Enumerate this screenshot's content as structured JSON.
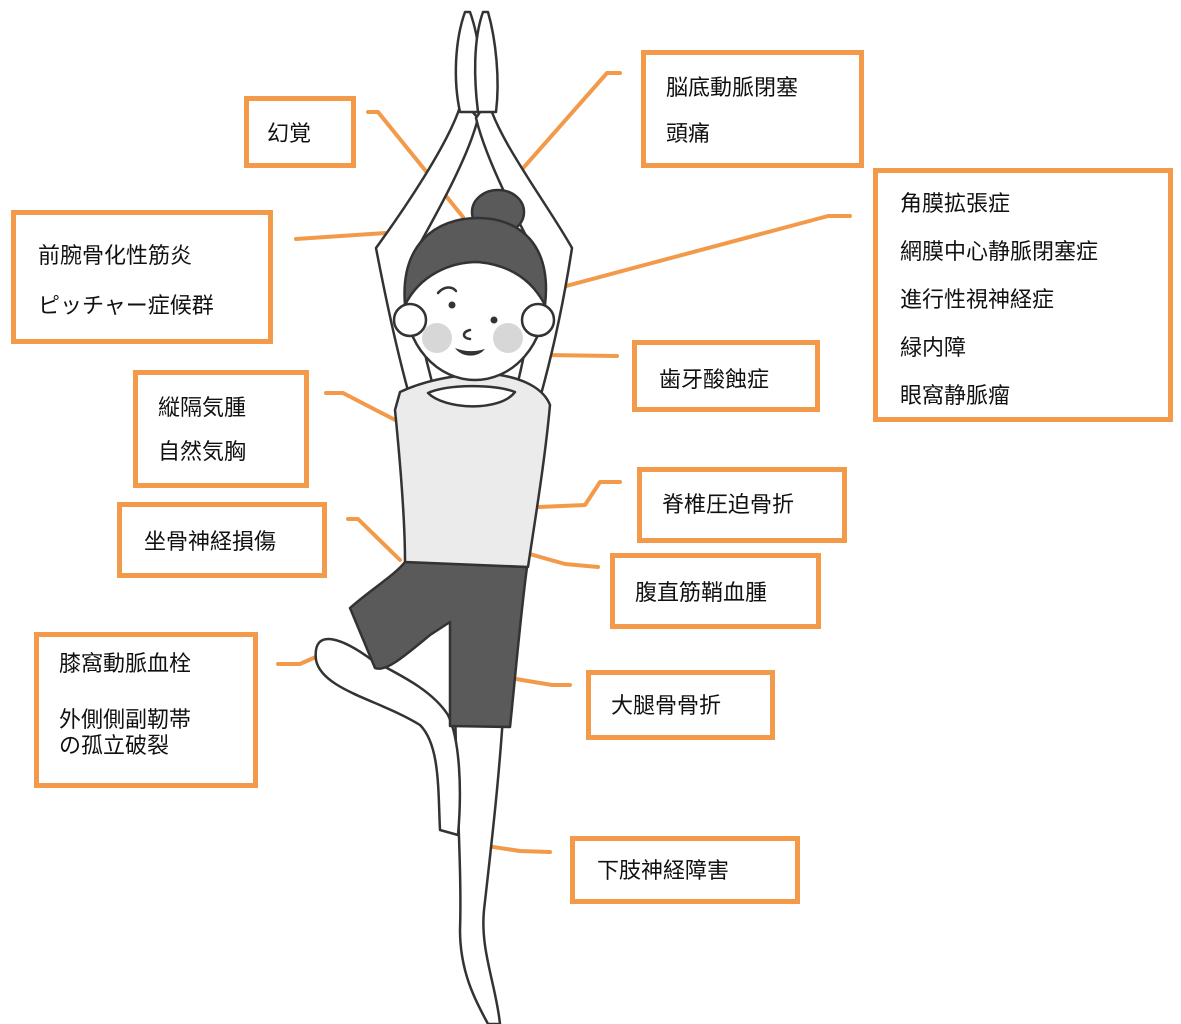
{
  "labels": {
    "hallucination": {
      "lines": [
        "幻覚"
      ]
    },
    "basilar": {
      "lines": [
        "脳底動脈閉塞",
        "頭痛"
      ]
    },
    "forearm": {
      "lines": [
        "前腕骨化性筋炎",
        "ピッチャー症候群"
      ]
    },
    "eye": {
      "lines": [
        "角膜拡張症",
        "網膜中心静脈閉塞症",
        "進行性視神経症",
        "緑内障",
        "眼窩静脈瘤"
      ]
    },
    "dental": {
      "lines": [
        "歯牙酸蝕症"
      ]
    },
    "chest": {
      "lines": [
        "縦隔気腫",
        "自然気胸"
      ]
    },
    "vertebra": {
      "lines": [
        "脊椎圧迫骨折"
      ]
    },
    "sciatic": {
      "lines": [
        "坐骨神経損傷"
      ]
    },
    "rectus": {
      "lines": [
        "腹直筋鞘血腫"
      ]
    },
    "knee": {
      "lines": [
        "膝窩動脈血栓",
        "外側側副靭帯",
        "の孤立破裂"
      ]
    },
    "femur": {
      "lines": [
        "大腿骨骨折"
      ]
    },
    "lowerlimb": {
      "lines": [
        "下肢神経障害"
      ]
    }
  },
  "colors": {
    "accent": "#F39A4A",
    "hair": "#5A5A5A",
    "shorts": "#5A5A5A",
    "shirt": "#EBEBEB",
    "skin": "#FFFFFF",
    "cheek": "#D7D7D7",
    "outline": "#333333"
  }
}
